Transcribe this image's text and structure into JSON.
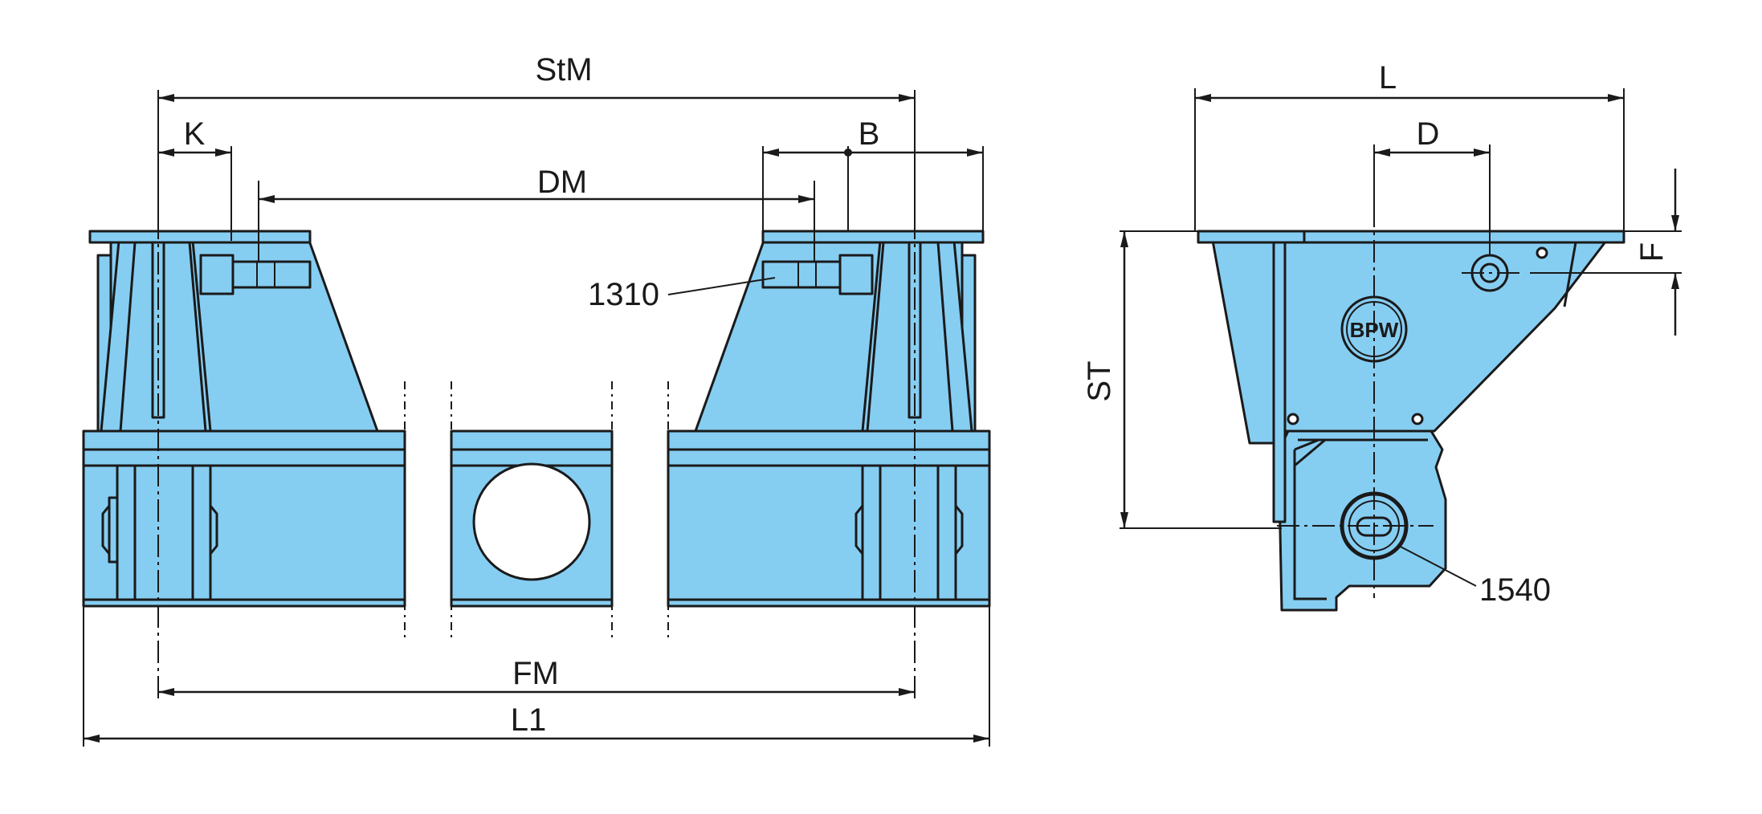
{
  "colors": {
    "part_fill": "#86cdf2",
    "line": "#1a1a1a",
    "background": "#ffffff"
  },
  "front_view": {
    "dimensions": {
      "stm": "StM",
      "k": "K",
      "b": "B",
      "dm": "DM",
      "fm": "FM",
      "l1": "L1"
    },
    "callouts": {
      "part_1310": "1310"
    }
  },
  "side_view": {
    "dimensions": {
      "l": "L",
      "d": "D",
      "st": "ST",
      "f": "F"
    },
    "callouts": {
      "part_1540": "1540"
    },
    "logo": "BPW"
  }
}
